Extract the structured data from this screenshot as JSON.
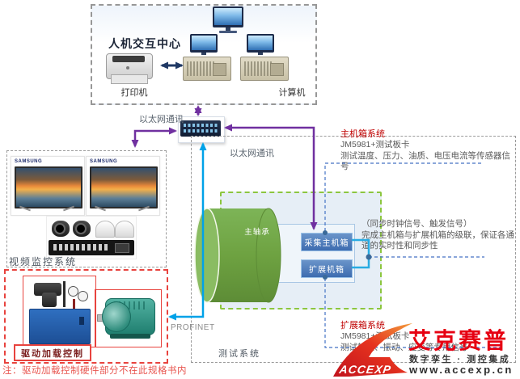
{
  "hmi": {
    "title": "人机交互中心",
    "printer_label": "打印机",
    "computer_label": "计算机"
  },
  "network": {
    "ethernet_left": "以太网通讯",
    "ethernet_bottom": "以太网通讯",
    "profinet": "PROFINET"
  },
  "video": {
    "label": "视频监控系统",
    "tv_brand": "SAMSUNG"
  },
  "drive": {
    "label": "驱动加载控制",
    "note": "注：驱动加载控制硬件部分不在此规格书内"
  },
  "test": {
    "label": "测试系统",
    "bearing": "主轴承",
    "main_chassis": "采集主机箱",
    "ext_chassis": "扩展机箱",
    "sync_line1": "（同步时钟信号、触发信号）",
    "sync_line2": "完成主机箱与扩展机箱的级联，保证各通道的实时性和同步性"
  },
  "main_sys": {
    "title": "主机箱系统",
    "line1": "JM5981+测试板卡",
    "line2": "测试温度、压力、油质、电压电流等传感器信号"
  },
  "ext_sys": {
    "title": "扩展箱系统",
    "line1": "JM5981+测试板卡",
    "line2": "测试转速、振动、应变等专用信号"
  },
  "logo": {
    "brand_cn": "艾克赛普",
    "brand_en": "ACCEXP",
    "tagline": "数字孪生 · 测控集成",
    "url": "www.accexp.cn"
  },
  "colors": {
    "purple_arrow": "#7030A0",
    "blue_arrow": "#00A2E8",
    "navy_arrow": "#1F3864",
    "green_dash": "#8CC63F",
    "cylinder_green": "#71A844",
    "chassis_blue": "#3D6CB0",
    "red_dash": "#E8433E",
    "label_red": "#C00000",
    "leader_blue": "#4472C4",
    "brand_red": "#E60012"
  }
}
